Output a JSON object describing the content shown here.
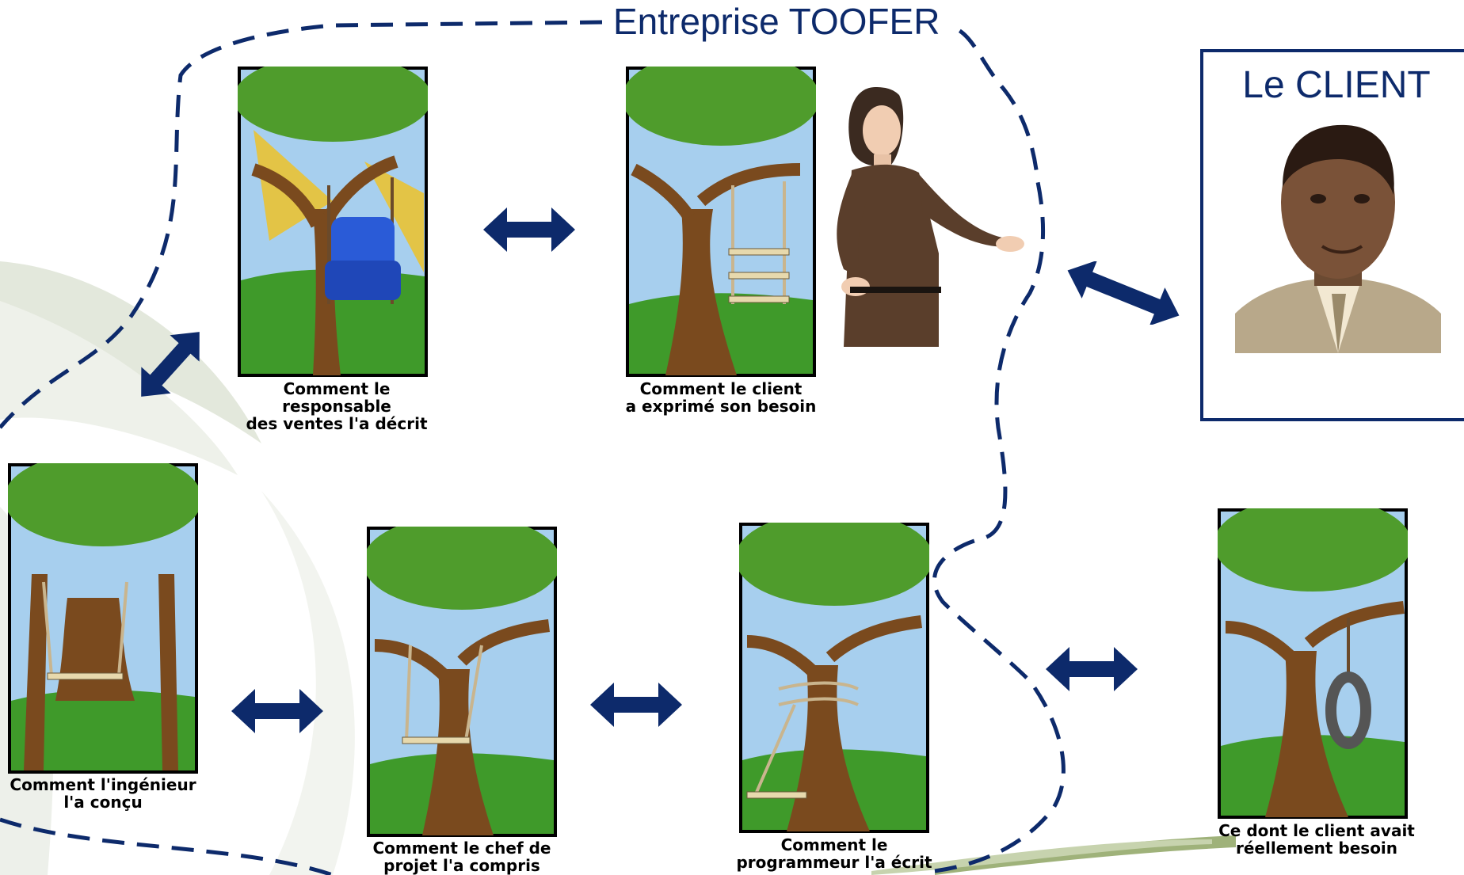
{
  "company": {
    "label": "Entreprise TOOFER"
  },
  "client": {
    "title": "Le CLIENT"
  },
  "panels": [
    {
      "id": "sales",
      "caption": "Comment le responsable\ndes ventes l'a décrit"
    },
    {
      "id": "client",
      "caption": "Comment le client\na exprimé son besoin"
    },
    {
      "id": "engineer",
      "caption": "Comment l'ingénieur\nl'a conçu"
    },
    {
      "id": "pm",
      "caption": "Comment le chef de\nprojet l'a compris"
    },
    {
      "id": "programmer",
      "caption": "Comment le\nprogrammeur l'a écrit"
    },
    {
      "id": "real",
      "caption": "Ce dont le client avait\nréellement besoin"
    }
  ],
  "colors": {
    "navy": "#0d2a6b",
    "grass": "#3f9a2a",
    "sky": "#a7cfee",
    "trunk": "#7a4a1e",
    "leaves": "#4f9c2c"
  },
  "icons": [
    "double-arrow-icon",
    "woman-avatar-icon",
    "man-avatar-icon"
  ]
}
